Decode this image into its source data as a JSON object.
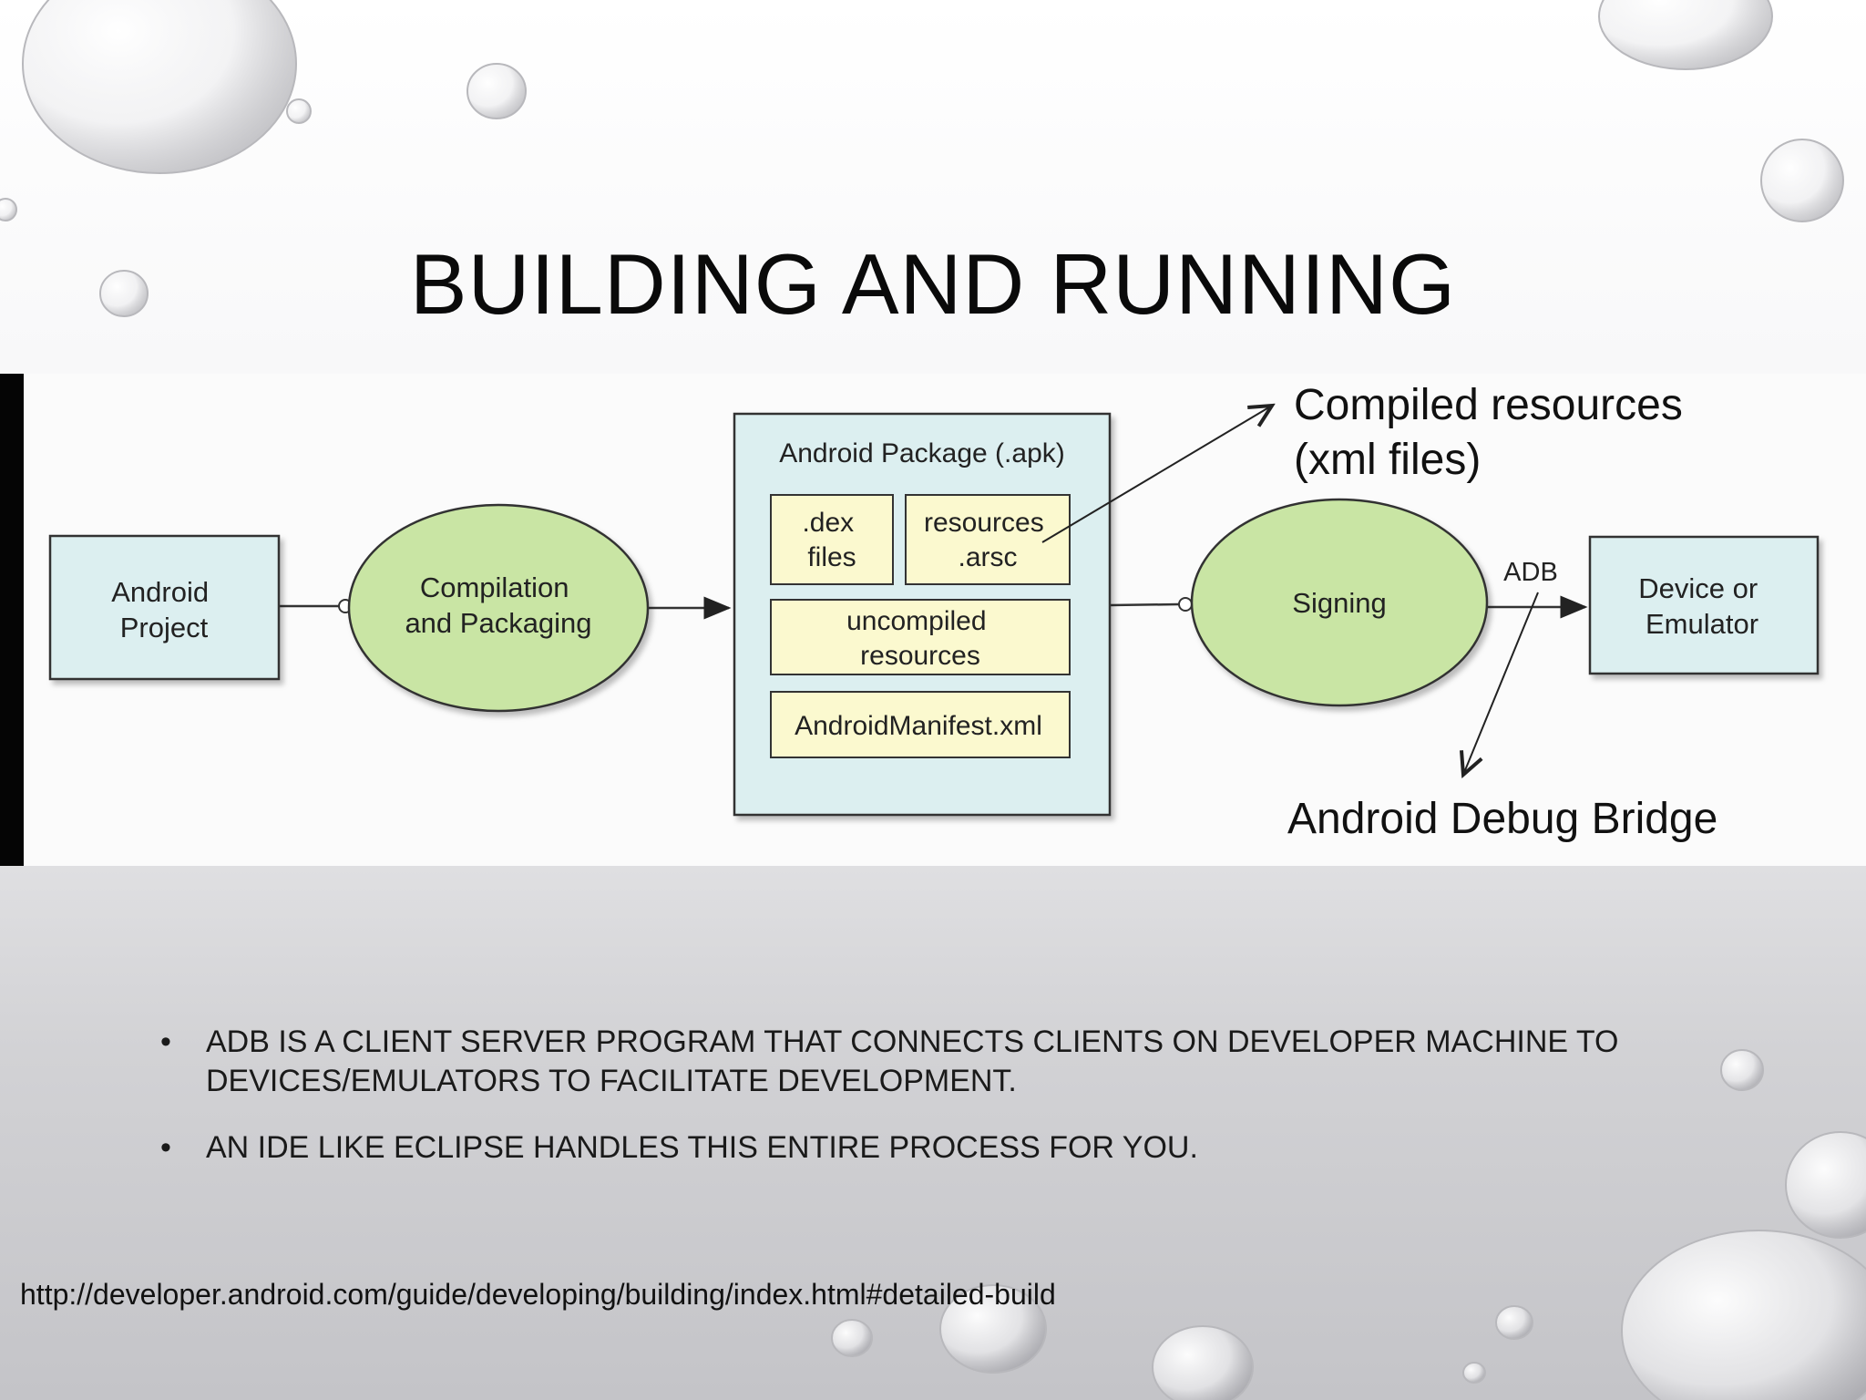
{
  "slide": {
    "title": "BUILDING AND RUNNING",
    "bullets": [
      "ADB IS A CLIENT SERVER PROGRAM THAT CONNECTS CLIENTS ON DEVELOPER MACHINE TO DEVICES/EMULATORS TO FACILITATE DEVELOPMENT.",
      "AN IDE LIKE ECLIPSE HANDLES THIS ENTIRE PROCESS FOR YOU."
    ],
    "source_url": "http://developer.android.com/guide/developing/building/index.html#detailed-build"
  },
  "diagram": {
    "android_project": [
      "Android",
      "Project"
    ],
    "compilation": [
      "Compilation",
      "and Packaging"
    ],
    "apk_title": "Android Package (.apk)",
    "dex": [
      ".dex",
      "files"
    ],
    "resources_arsc": [
      "resources",
      ".arsc"
    ],
    "uncompiled": [
      "uncompiled",
      "resources"
    ],
    "manifest": "AndroidManifest.xml",
    "signing": "Signing",
    "adb": "ADB",
    "device": [
      "Device or",
      "Emulator"
    ],
    "annotation_compiled": [
      "Compiled resources",
      "(xml files)"
    ],
    "annotation_adb": "Android Debug Bridge",
    "colors": {
      "box_blue": "#dceff0",
      "ellipse_green": "#c9e5a4",
      "inner_yellow": "#fbf9cf",
      "stroke": "#333333"
    }
  }
}
